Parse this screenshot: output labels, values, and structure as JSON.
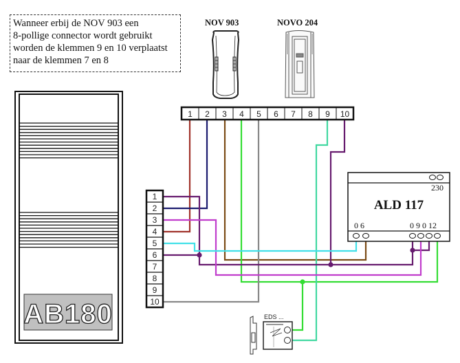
{
  "note": {
    "lines": [
      "Wanneer erbij de NOV 903 een",
      "8-pollige connector wordt gebruikt",
      "worden de klemmen 9 en 10 verplaatst",
      "naar de klemmen 7 en 8"
    ]
  },
  "devices": {
    "handset_1": {
      "label": "NOV 903"
    },
    "handset_2": {
      "label": "NOVO 204"
    },
    "panel": {
      "label": "AB180"
    },
    "power_unit": {
      "label": "ALD 117",
      "mains_label": "230",
      "left_terminals_label": "0 6",
      "right_terminals_label": "0 9 0 12"
    },
    "door_opener": {
      "label": "EDS ..."
    }
  },
  "top_terminal_strip": {
    "terminals": [
      "1",
      "2",
      "3",
      "4",
      "5",
      "6",
      "7",
      "8",
      "9",
      "10"
    ]
  },
  "side_terminal_strip": {
    "terminals": [
      "1",
      "2",
      "3",
      "4",
      "5",
      "6",
      "7",
      "8",
      "9",
      "10"
    ]
  },
  "wire_colors": {
    "red_brown": "#a0322a",
    "navy": "#1a1a6e",
    "brown": "#7a4a14",
    "green": "#33dd33",
    "grey": "#888888",
    "teal": "#40d8a0",
    "purple": "#661a6e",
    "magenta": "#c03ccc",
    "cyan": "#40e0e8"
  }
}
